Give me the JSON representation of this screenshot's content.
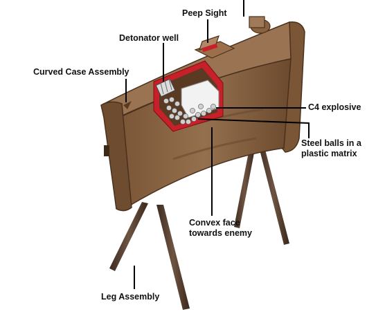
{
  "labels": {
    "peep_sight": "Peep Sight",
    "detonator_well": "Detonator well",
    "curved_case": "Curved Case Assembly",
    "c4": "C4 explosive",
    "steel_balls_1": "Steel balls in a",
    "steel_balls_2": "plastic matrix",
    "convex_1": "Convex face",
    "convex_2": "towards enemy",
    "leg": "Leg Assembly"
  },
  "colors": {
    "case_body": "#8a6240",
    "case_dark": "#5a3a22",
    "case_light": "#b08866",
    "interior": "#6b4a30",
    "cutaway_red": "#c8202a",
    "c4_white": "#f2f2f2",
    "leader": "#000000"
  }
}
